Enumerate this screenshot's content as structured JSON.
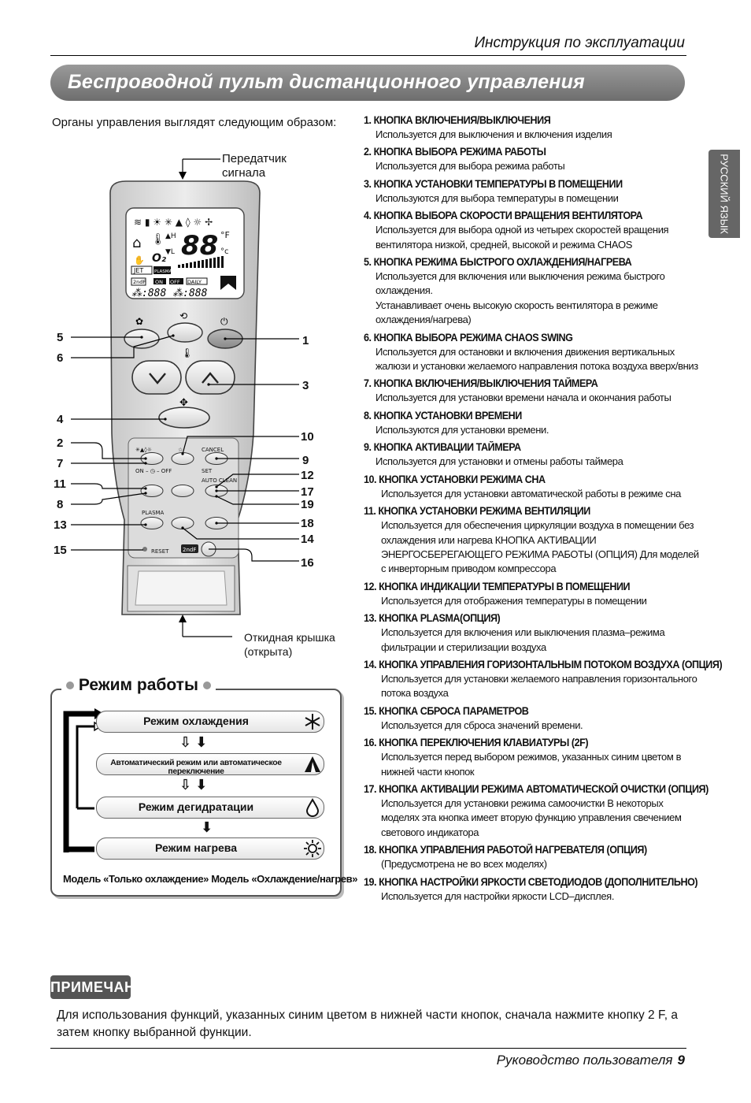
{
  "header": {
    "title": "Инструкция по эксплуатации"
  },
  "banner": {
    "title": "Беспроводной пульт дистанционного управления"
  },
  "side_tab": "РУССКИЙ ЯЗЫК",
  "intro": "Органы управления выглядят следующим образом:",
  "remote": {
    "transmitter_label": "Передатчик сигнала",
    "transmitter_line1": "Передатчик",
    "transmitter_line2": "сигнала",
    "cover_line1": "Откидная крышка",
    "cover_line2": "(открыта)",
    "lcd_f": "°F",
    "lcd_c": "°c",
    "jet": "JET",
    "plasma": "PLASMA",
    "on": "ON",
    "off": "OFF",
    "daily": "DAILY",
    "tf": "2ndF",
    "cancel": "CANCEL",
    "set": "SET",
    "on_off_row": "ON – ◷ – OFF",
    "auto_clean": "AUTO CLEAN",
    "plasma_btn": "PLASMA",
    "reset": "RESET",
    "numbers_left": [
      "5",
      "6",
      "4",
      "2",
      "7",
      "11",
      "8",
      "13",
      "15"
    ],
    "numbers_right": [
      "1",
      "3",
      "10",
      "9",
      "12",
      "17",
      "19",
      "18",
      "14",
      "16"
    ]
  },
  "items": [
    {
      "title": "1. КНОПКА ВКЛЮЧЕНИЯ/ВЫКЛЮЧЕНИЯ",
      "desc": "Используется для выключения и включения изделия"
    },
    {
      "title": "2. КНОПКА ВЫБОРА РЕЖИМА РАБОТЫ",
      "desc": "Используется для выбора режима работы"
    },
    {
      "title": "3. КНОПКА УСТАНОВКИ ТЕМПЕРАТУРЫ В ПОМЕЩЕНИИ",
      "desc": "Используются для выбора температуры в помещении"
    },
    {
      "title": "4. КНОПКА ВЫБОРА СКОРОСТИ ВРАЩЕНИЯ ВЕНТИЛЯТОРА",
      "desc": "Используется для выбора одной из четырех скоростей вращения вентилятора низкой, средней, высокой и режима CHAOS"
    },
    {
      "title": "5. КНОПКА РЕЖИМА БЫСТРОГО ОХЛАЖДЕНИЯ/НАГРЕВА",
      "desc": "Используется для включения или выключения режима быстрого охлаждения.",
      "desc2": "Устанавливает очень высокую скорость вентилятора в режиме охлаждения/нагрева)"
    },
    {
      "title": "6. КНОПКА ВЫБОРА РЕЖИМА CHAOS SWING",
      "desc": "Используется для остановки и включения движения вертикальных жалюзи и установки желаемого направления потока воздуха вверх/вниз"
    },
    {
      "title": "7. КНОПКА ВКЛЮЧЕНИЯ/ВЫКЛЮЧЕНИЯ ТАЙМЕРА",
      "desc": "Используется для установки времени начала и окончания работы"
    },
    {
      "title": "8. КНОПКА УСТАНОВКИ ВРЕМЕНИ",
      "desc": "Используются для установки времени."
    },
    {
      "title": "9. КНОПКА АКТИВАЦИИ ТАЙМЕРА",
      "desc": "Используется для установки и отмены работы таймера"
    },
    {
      "title": "10. КНОПКА УСТАНОВКИ РЕЖИМА СНА",
      "desc": "Используется для установки автоматической работы в режиме сна"
    },
    {
      "title": "11. КНОПКА УСТАНОВКИ РЕЖИМА ВЕНТИЛЯЦИИ",
      "desc": "Используется для обеспечения циркуляции воздуха в помещении без охлаждения или нагрева КНОПКА АКТИВАЦИИ ЭНЕРГОСБЕРЕГАЮЩЕГО РЕЖИМА РАБОТЫ (ОПЦИЯ) Для моделей с инверторным приводом компрессора"
    },
    {
      "title": "12. КНОПКА ИНДИКАЦИИ ТЕМПЕРАТУРЫ В ПОМЕЩЕНИИ",
      "desc": "Используется для отображения температуры в помещении"
    },
    {
      "title": "13. КНОПКА PLASMA(ОПЦИЯ)",
      "desc": "Используется для включения или выключения плазма–режима фильтрации и стерилизации воздуха"
    },
    {
      "title": "14. КНОПКА УПРАВЛЕНИЯ ГОРИЗОНТАЛЬНЫМ ПОТОКОМ ВОЗДУХА (ОПЦИЯ)",
      "desc": "Используется для установки желаемого направления горизонтального потока воздуха"
    },
    {
      "title": "15. КНОПКА СБРОСА ПАРАМЕТРОВ",
      "desc": "Используется для сброса значений времени."
    },
    {
      "title": "16. КНОПКА ПЕРЕКЛЮЧЕНИЯ КЛАВИАТУРЫ (2F)",
      "desc": "Используется перед выбором режимов, указанных синим цветом в нижней части кнопок"
    },
    {
      "title": "17. КНОПКА АКТИВАЦИИ РЕЖИМА АВТОМАТИЧЕСКОЙ ОЧИСТКИ (ОПЦИЯ)",
      "desc": "Используется для установки режима самоочистки В некоторых моделях эта кнопка имеет вторую функцию управления свечением светового индикатора"
    },
    {
      "title": "18. КНОПКА УПРАВЛЕНИЯ РАБОТОЙ НАГРЕВАТЕЛЯ (ОПЦИЯ)",
      "desc": "(Предусмотрена не во всех моделях)"
    },
    {
      "title": "19. КНОПКА НАСТРОЙКИ ЯРКОСТИ СВЕТОДИОДОВ (ДОПОЛНИТЕЛЬНО)",
      "desc": "Используется для настройки яркости LCD–дисплея."
    }
  ],
  "modes": {
    "title": "Режим работы",
    "list": [
      {
        "label": "Режим охлаждения",
        "icon": "snowflake-icon"
      },
      {
        "label": "Автоматический режим или автоматическое переключение",
        "icon": "auto-mode-icon"
      },
      {
        "label": "Режим дегидратации",
        "icon": "droplet-icon"
      },
      {
        "label": "Режим нагрева",
        "icon": "sun-icon"
      }
    ],
    "footer": "Модель «Только охлаждение» Модель «Охлаждение/нагрев»"
  },
  "note": {
    "badge": "ПРИМЕЧАНИЕ",
    "text": "Для использования функций, указанных синим цветом в нижней части кнопок, сначала нажмите кнопку 2 F, а затем кнопку выбранной функции."
  },
  "footer": {
    "title": "Руководство пользователя",
    "page": "9"
  }
}
